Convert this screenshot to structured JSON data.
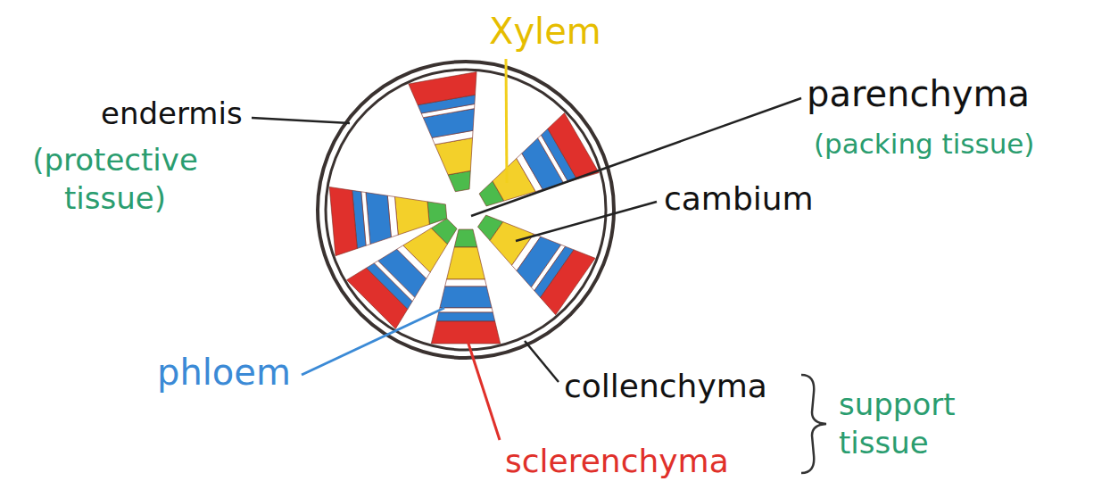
{
  "diagram": {
    "labels": [
      "Xylem",
      "endermis",
      "(protective tissue)",
      "parenchyma",
      "(packing tissue)",
      "cambium",
      "phloem",
      "collenchyma",
      "sclerenchyma",
      "support tissue"
    ]
  }
}
